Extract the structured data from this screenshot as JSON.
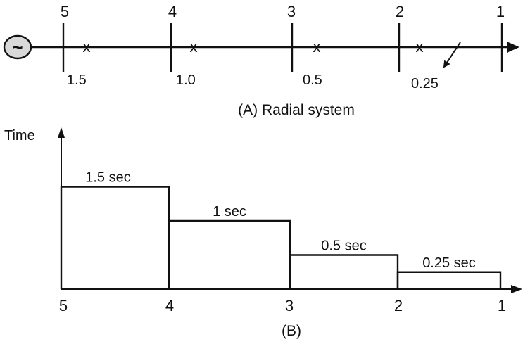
{
  "part_a": {
    "caption": "(A)  Radial system",
    "source_symbol": "~",
    "bus_labels": [
      "5",
      "4",
      "3",
      "2",
      "1"
    ],
    "breaker_symbol": "x",
    "relay_settings": [
      "1.5",
      "1.0",
      "0.5",
      "0.25"
    ]
  },
  "part_b": {
    "caption": "(B)",
    "y_axis_label": "Time",
    "x_tick_labels": [
      "5",
      "4",
      "3",
      "2",
      "1"
    ],
    "step_labels": [
      "1.5 sec",
      "1 sec",
      "0.5 sec",
      "0.25 sec"
    ]
  },
  "chart_data": {
    "type": "step",
    "categories": [
      "5",
      "4",
      "3",
      "2",
      "1"
    ],
    "segments": [
      {
        "from": "5",
        "to": "4",
        "time_sec": 1.5,
        "label": "1.5 sec"
      },
      {
        "from": "4",
        "to": "3",
        "time_sec": 1.0,
        "label": "1 sec"
      },
      {
        "from": "3",
        "to": "2",
        "time_sec": 0.5,
        "label": "0.5 sec"
      },
      {
        "from": "2",
        "to": "1",
        "time_sec": 0.25,
        "label": "0.25 sec"
      }
    ],
    "ylabel": "Time",
    "xlabel": ""
  }
}
